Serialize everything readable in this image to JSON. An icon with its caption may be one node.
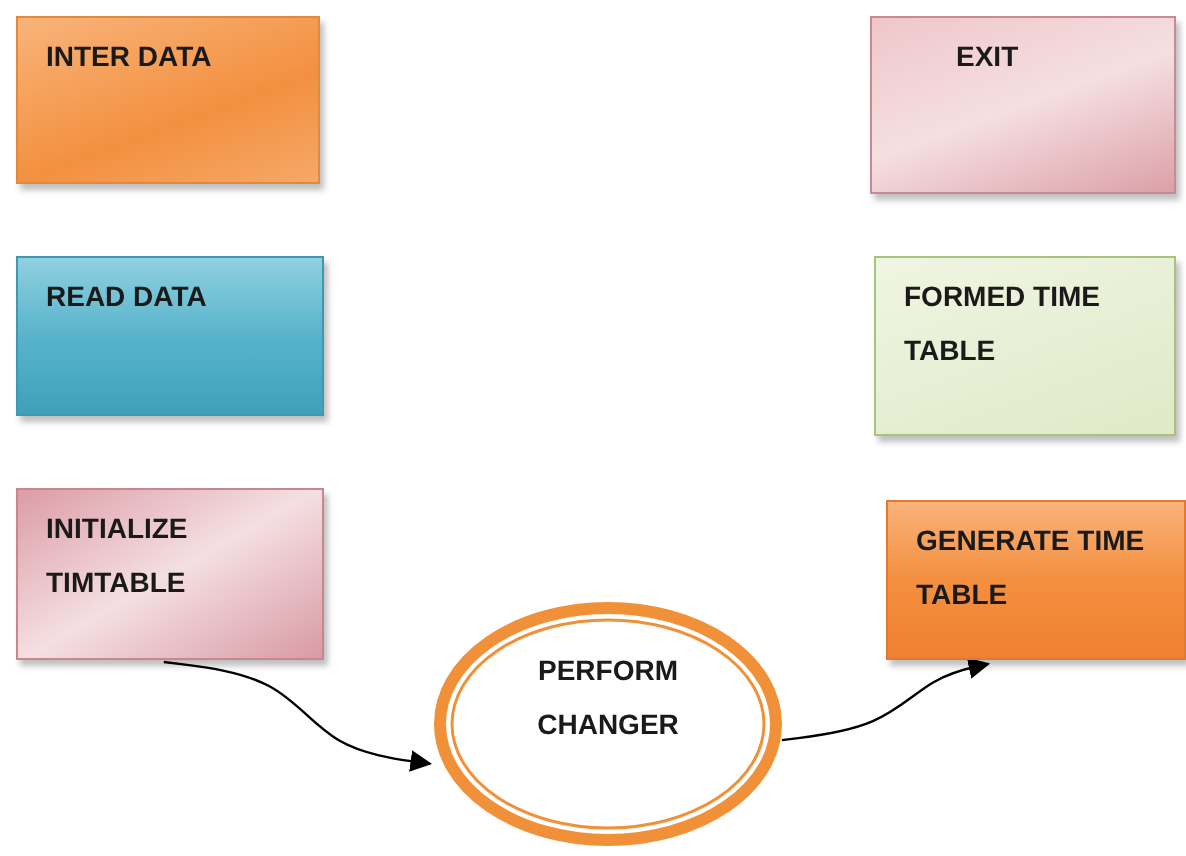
{
  "diagram": {
    "nodes": [
      {
        "text": [
          "INTER DATA"
        ]
      },
      {
        "text": [
          "EXIT"
        ]
      },
      {
        "text": [
          "READ DATA"
        ]
      },
      {
        "text": [
          "FORMED TIME TABLE"
        ]
      },
      {
        "text": [
          "INITIALIZE TIMTABLE"
        ]
      },
      {
        "text": [
          "PERFORM CHANGER"
        ]
      },
      {
        "text": [
          "GENERATE TIME TABLE"
        ]
      }
    ],
    "edges": [
      {
        "from": 4,
        "to": 5,
        "arrow": "to"
      },
      {
        "from": 5,
        "to": 6,
        "arrow": "to"
      }
    ]
  }
}
